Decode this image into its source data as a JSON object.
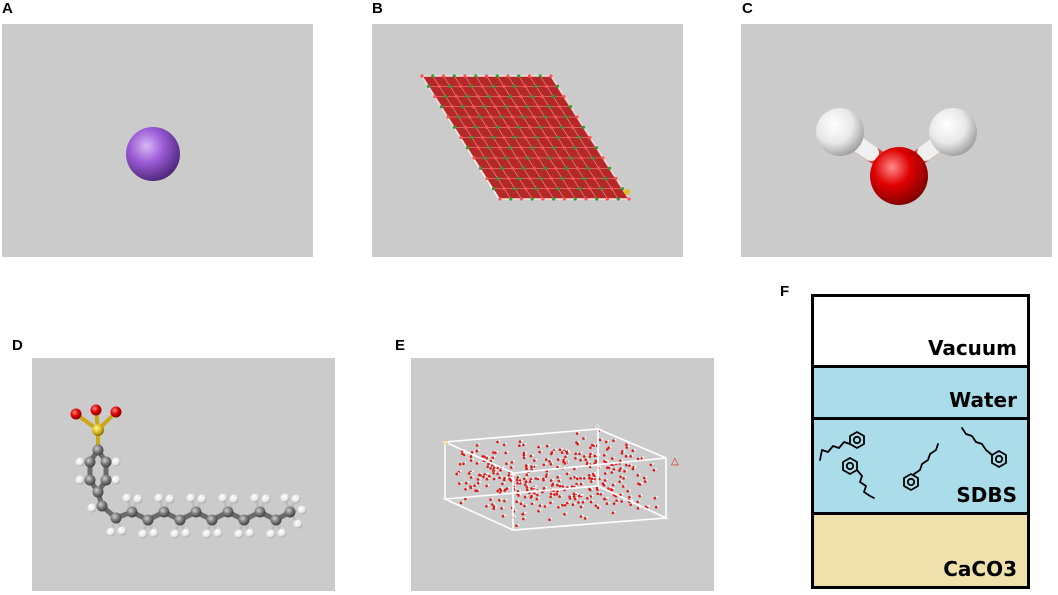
{
  "panels": {
    "a": {
      "label": "A"
    },
    "b": {
      "label": "B"
    },
    "c": {
      "label": "C"
    },
    "d": {
      "label": "D"
    },
    "e": {
      "label": "E"
    },
    "f": {
      "label": "F"
    }
  },
  "layers": [
    {
      "name": "Vacuum",
      "color": "#ffffff"
    },
    {
      "name": "Water",
      "color": "#abdcea"
    },
    {
      "name": "SDBS",
      "color": "#abdcea"
    },
    {
      "name": "CaCO3",
      "color": "#efe0ac"
    }
  ],
  "colors": {
    "panel_bg": "#cbcbcb",
    "sodium": "#9b5bd6",
    "oxygen": "#e00000",
    "hydrogen": "#ffffff",
    "carbon": "#808080",
    "sulfur": "#e0c020",
    "calcium": "#2e9e2e"
  }
}
